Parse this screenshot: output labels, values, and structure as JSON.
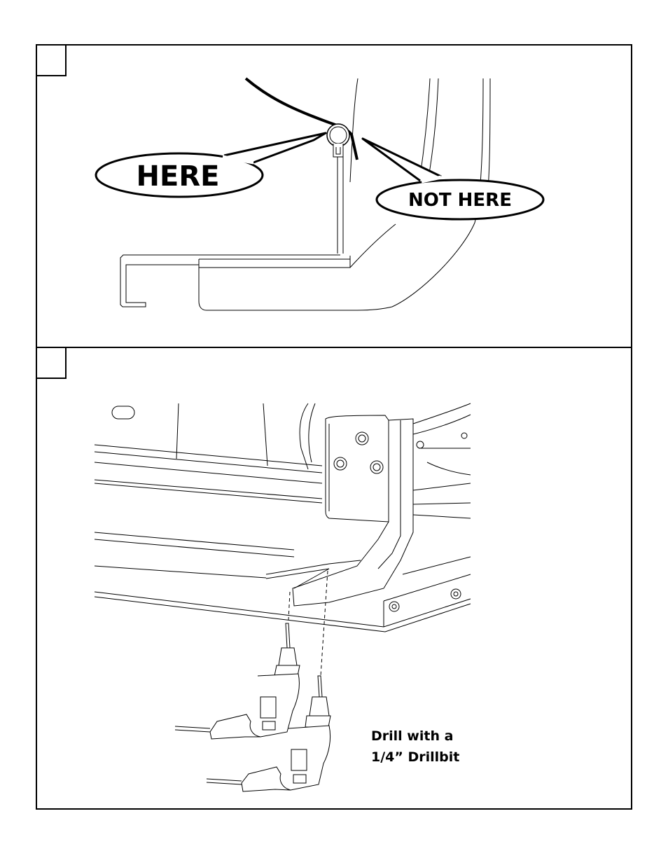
{
  "panel1": {
    "callout_here": "HERE",
    "callout_not_here": "NOT HERE"
  },
  "panel2": {
    "note_line1": "Drill with a",
    "note_line2": "1/4” Drillbit"
  }
}
